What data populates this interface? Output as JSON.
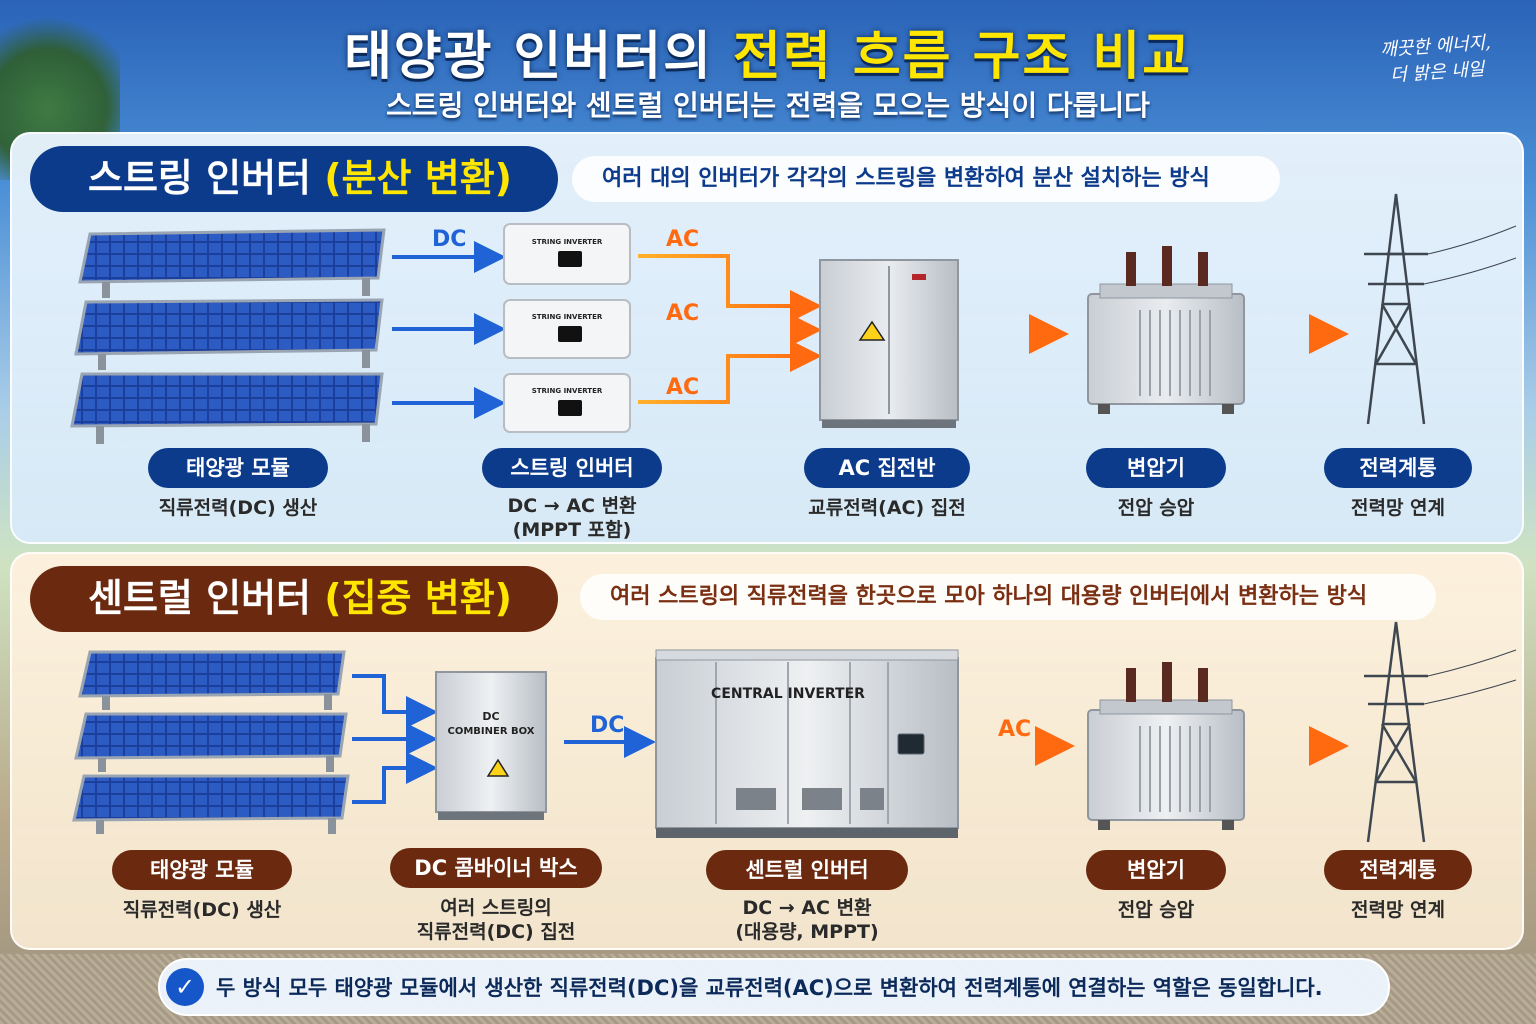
{
  "header": {
    "title_main": "태양광 인버터의 ",
    "title_highlight": "전력 흐름 구조 비교",
    "subtitle": "스트링 인버터와 센트럴 인버터는 전력을 모으는 방식이 다릅니다",
    "slogan_line1": "깨끗한 에너지,",
    "slogan_line2": "더 밝은 내일"
  },
  "string_section": {
    "title": "스트링 인버터 ",
    "title_highlight": "(분산 변환)",
    "description": "여러 대의 인버터가 각각의 스트링을 변환하여 분산 설치하는 방식",
    "flow_labels": {
      "dc": "DC",
      "ac1": "AC",
      "ac2": "AC",
      "ac3": "AC"
    },
    "device_text": {
      "inverter": "STRING INVERTER"
    },
    "stages": [
      {
        "label": "태양광 모듈",
        "caption": "직류전력(DC) 생산"
      },
      {
        "label": "스트링 인버터",
        "caption": "DC → AC 변환",
        "caption2": "(MPPT 포함)"
      },
      {
        "label": "AC 집전반",
        "caption": "교류전력(AC) 집전"
      },
      {
        "label": "변압기",
        "caption": "전압 승압"
      },
      {
        "label": "전력계통",
        "caption": "전력망 연계"
      }
    ]
  },
  "central_section": {
    "title": "센트럴 인버터 ",
    "title_highlight": "(집중 변환)",
    "description": "여러 스트링의 직류전력을 한곳으로 모아 하나의 대용량 인버터에서 변환하는 방식",
    "flow_labels": {
      "dc": "DC",
      "ac": "AC"
    },
    "device_text": {
      "combiner_line1": "DC",
      "combiner_line2": "COMBINER BOX",
      "central": "CENTRAL INVERTER"
    },
    "stages": [
      {
        "label": "태양광 모듈",
        "caption": "직류전력(DC) 생산"
      },
      {
        "label": "DC 콤바이너 박스",
        "caption": "여러 스트링의",
        "caption2": "직류전력(DC) 집전"
      },
      {
        "label": "센트럴 인버터",
        "caption": "DC → AC 변환",
        "caption2": "(대용량, MPPT)"
      },
      {
        "label": "변압기",
        "caption": "전압 승압"
      },
      {
        "label": "전력계통",
        "caption": "전력망 연계"
      }
    ]
  },
  "footer": {
    "text": "두 방식 모두 태양광 모듈에서 생산한 직류전력(DC)을 교류전력(AC)으로 변환하여 전력계통에 연결하는 역할은 동일합니다."
  },
  "colors": {
    "dc_arrow": "#1f63d6",
    "ac_arrow": "#ff7a1a",
    "string_accent": "#0d3b8c",
    "central_accent": "#6b2a10",
    "highlight": "#ffe600"
  }
}
